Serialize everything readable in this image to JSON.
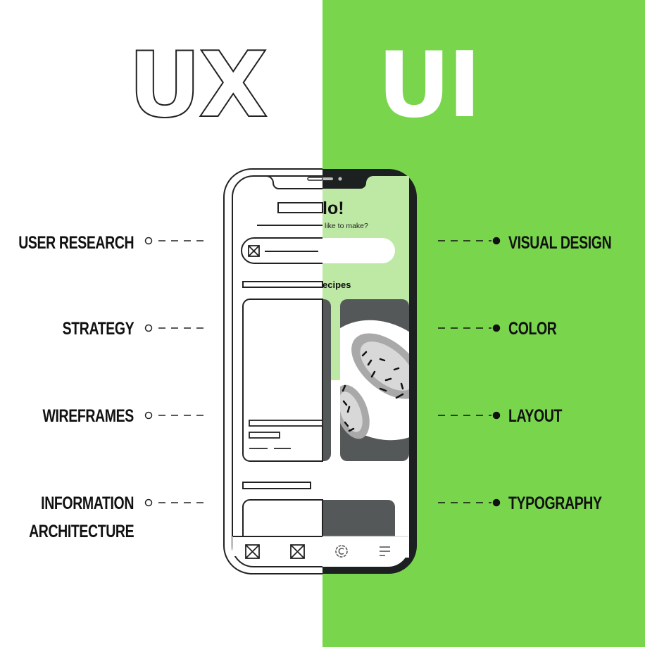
{
  "titles": {
    "ux": "UX",
    "ui": "UI"
  },
  "ux_items": [
    "USER RESEARCH",
    "STRATEGY",
    "WIREFRAMES",
    "INFORMATION",
    "ARCHITECTURE"
  ],
  "ui_items": [
    "VISUAL DESIGN",
    "COLOR",
    "LAYOUT",
    "TYPOGRAPHY"
  ],
  "phone": {
    "greeting": "lo!",
    "question": "like to make?",
    "section": "ecipes",
    "nav_icons": [
      "image-placeholder-icon",
      "image-placeholder-icon",
      "settings-icon",
      "menu-icon"
    ]
  },
  "colors": {
    "green": "#79d64c",
    "light_green": "#bde9a5",
    "dark": "#1c2020",
    "gray": "#555859"
  }
}
